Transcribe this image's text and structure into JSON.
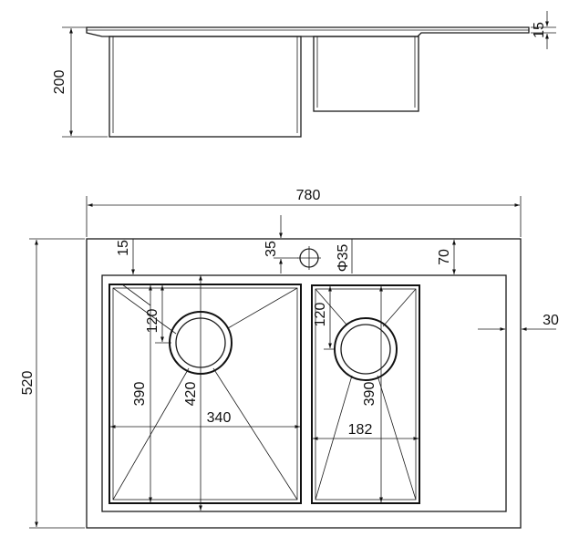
{
  "side_view": {
    "height_label": "200",
    "lip_label": "15"
  },
  "top_view": {
    "overall_width_label": "780",
    "overall_depth_label": "520",
    "lip_label": "15",
    "tap_offset_label": "35",
    "tap_hole_label": "Φ35",
    "back_margin_label": "70",
    "side_margin_label": "30",
    "left_bowl": {
      "width_label": "340",
      "depth_label": "390",
      "diagonal_label": "420",
      "drain_offset_label": "120"
    },
    "right_bowl": {
      "width_label": "182",
      "depth_label": "390",
      "drain_offset_label": "120"
    }
  }
}
